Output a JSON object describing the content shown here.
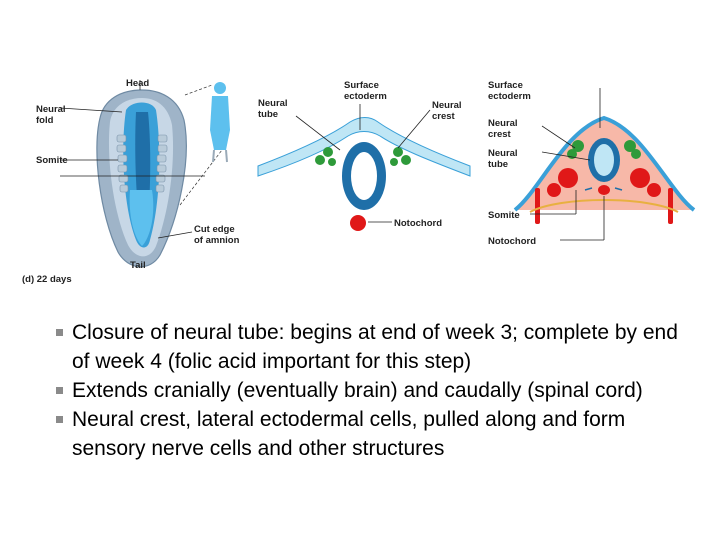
{
  "figure": {
    "labels": {
      "head": "Head",
      "neural_fold": "Neural\nfold",
      "somite": "Somite",
      "cut_edge": "Cut edge\nof amnion",
      "tail": "Tail",
      "caption": "(d) 22 days",
      "surface_ectoderm_1": "Surface\nectoderm",
      "neural_tube_1": "Neural\ntube",
      "neural_crest_1": "Neural\ncrest",
      "notochord_1": "Notochord",
      "surface_ectoderm_2": "Surface\nectoderm",
      "neural_crest_2": "Neural\ncrest",
      "neural_tube_2": "Neural\ntube",
      "somite_2": "Somite",
      "notochord_2": "Notochord"
    },
    "colors": {
      "embryo_outer": "#9fb4c8",
      "neural": "#3aa0d8",
      "neural_dark": "#1f6fa8",
      "crest": "#2e9a3a",
      "notochord": "#e01818",
      "mesoderm": "#f7b8a8",
      "ectoderm": "#bfe6f5"
    }
  },
  "bullets": [
    "Closure of neural tube: begins at end of week 3; complete by end of week 4 (folic acid important for this step)",
    "Extends cranially (eventually brain) and caudally (spinal cord)",
    "Neural crest, lateral ectodermal cells, pulled along and form sensory nerve cells and other structures"
  ]
}
